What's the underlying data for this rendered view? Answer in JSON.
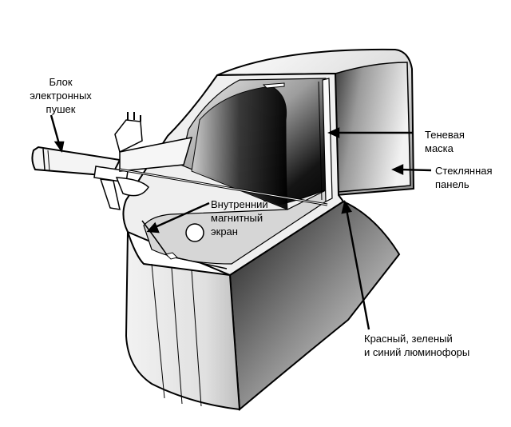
{
  "labels": {
    "electron_gun": "Блок\nэлектронных\nпушек",
    "shadow_mask": "Теневая\nмаска",
    "glass_panel": "Стеклянная\nпанель",
    "magnetic_shield": "Внутренний\nмагнитный\nэкран",
    "phosphors": "Красный, зеленый\nи синий люминофоры"
  },
  "colors": {
    "outline": "#000000",
    "background": "#ffffff",
    "tube_interior_dark": "#111111",
    "tube_interior_light": "#e6e6e6"
  }
}
